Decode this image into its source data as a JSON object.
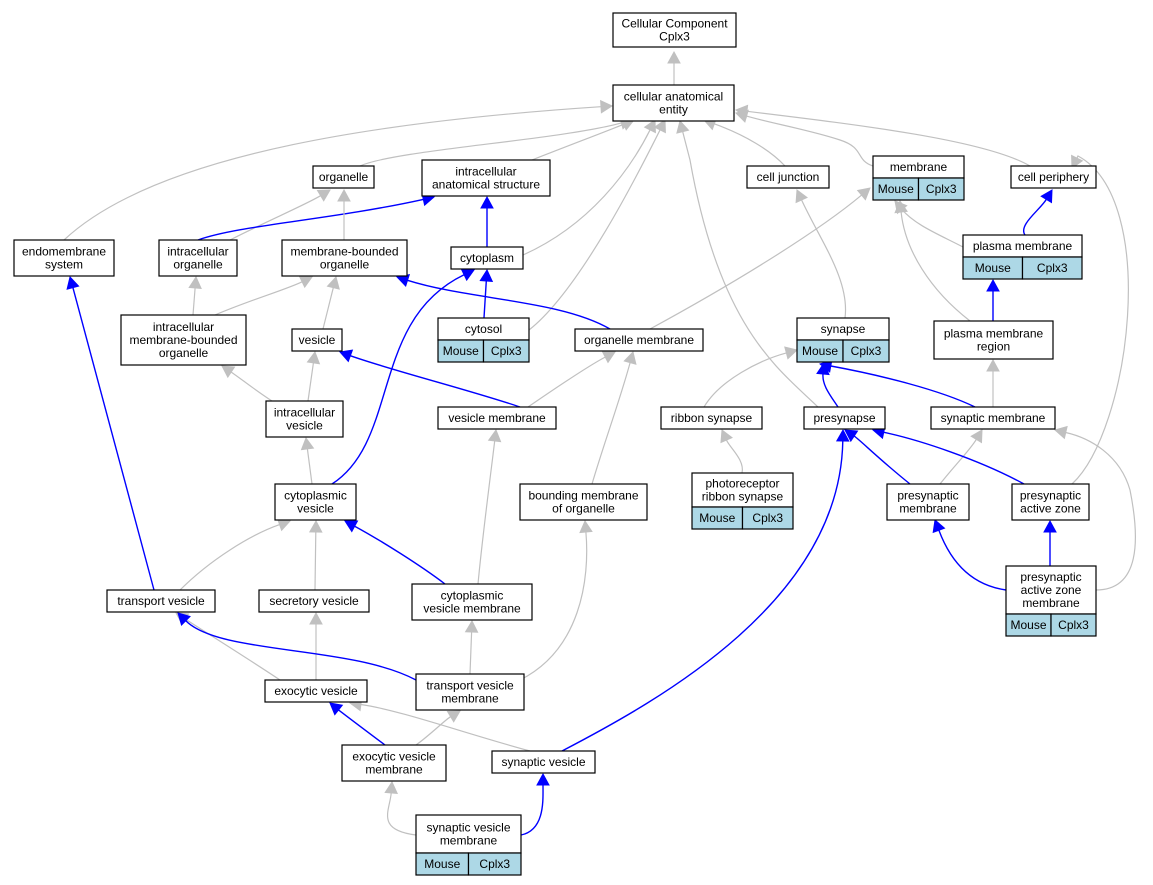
{
  "colors": {
    "is_a_edge": "#c0c0c0",
    "part_of_edge": "#0000ff",
    "annotation_fill": "#add8e6",
    "node_fill": "#ffffff",
    "border": "#000000"
  },
  "nodes": {
    "root": {
      "lines": [
        "Cellular Component",
        "Cplx3"
      ]
    },
    "cae": {
      "lines": [
        "cellular anatomical",
        "entity"
      ]
    },
    "organelle": {
      "lines": [
        "organelle"
      ]
    },
    "ias": {
      "lines": [
        "intracellular",
        "anatomical structure"
      ]
    },
    "celljunction": {
      "lines": [
        "cell junction"
      ]
    },
    "membrane": {
      "lines": [
        "membrane"
      ],
      "annotation": [
        "Mouse",
        "Cplx3"
      ]
    },
    "cellperiphery": {
      "lines": [
        "cell periphery"
      ]
    },
    "endomembrane": {
      "lines": [
        "endomembrane",
        "system"
      ]
    },
    "intraorg": {
      "lines": [
        "intracellular",
        "organelle"
      ]
    },
    "mbo": {
      "lines": [
        "membrane-bounded",
        "organelle"
      ]
    },
    "cytoplasm": {
      "lines": [
        "cytoplasm"
      ]
    },
    "plasmamembrane": {
      "lines": [
        "plasma membrane"
      ],
      "annotation": [
        "Mouse",
        "Cplx3"
      ]
    },
    "imbo": {
      "lines": [
        "intracellular",
        "membrane-bounded",
        "organelle"
      ]
    },
    "vesicle": {
      "lines": [
        "vesicle"
      ]
    },
    "cytosol": {
      "lines": [
        "cytosol"
      ],
      "annotation": [
        "Mouse",
        "Cplx3"
      ]
    },
    "orgmembrane": {
      "lines": [
        "organelle membrane"
      ]
    },
    "synapse": {
      "lines": [
        "synapse"
      ],
      "annotation": [
        "Mouse",
        "Cplx3"
      ]
    },
    "pmregion": {
      "lines": [
        "plasma membrane",
        "region"
      ]
    },
    "intravesicle": {
      "lines": [
        "intracellular",
        "vesicle"
      ]
    },
    "vesmembrane": {
      "lines": [
        "vesicle membrane"
      ]
    },
    "ribbon": {
      "lines": [
        "ribbon synapse"
      ]
    },
    "presynapse": {
      "lines": [
        "presynapse"
      ]
    },
    "synmembrane": {
      "lines": [
        "synaptic membrane"
      ]
    },
    "photoribbon": {
      "lines": [
        "photoreceptor",
        "ribbon synapse"
      ],
      "annotation": [
        "Mouse",
        "Cplx3"
      ]
    },
    "cytovesicle": {
      "lines": [
        "cytoplasmic",
        "vesicle"
      ]
    },
    "boundmem": {
      "lines": [
        "bounding membrane",
        "of organelle"
      ]
    },
    "presynmem": {
      "lines": [
        "presynaptic",
        "membrane"
      ]
    },
    "presynaz": {
      "lines": [
        "presynaptic",
        "active zone"
      ]
    },
    "transportves": {
      "lines": [
        "transport vesicle"
      ]
    },
    "secretoryves": {
      "lines": [
        "secretory vesicle"
      ]
    },
    "cytovesmem": {
      "lines": [
        "cytoplasmic",
        "vesicle membrane"
      ]
    },
    "pazmem": {
      "lines": [
        "presynaptic",
        "active zone",
        "membrane"
      ],
      "annotation": [
        "Mouse",
        "Cplx3"
      ]
    },
    "exocyticves": {
      "lines": [
        "exocytic vesicle"
      ]
    },
    "transvesmem": {
      "lines": [
        "transport vesicle",
        "membrane"
      ]
    },
    "exovesmem": {
      "lines": [
        "exocytic vesicle",
        "membrane"
      ]
    },
    "synves": {
      "lines": [
        "synaptic vesicle"
      ]
    },
    "synvesmem": {
      "lines": [
        "synaptic vesicle",
        "membrane"
      ],
      "annotation": [
        "Mouse",
        "Cplx3"
      ]
    }
  }
}
